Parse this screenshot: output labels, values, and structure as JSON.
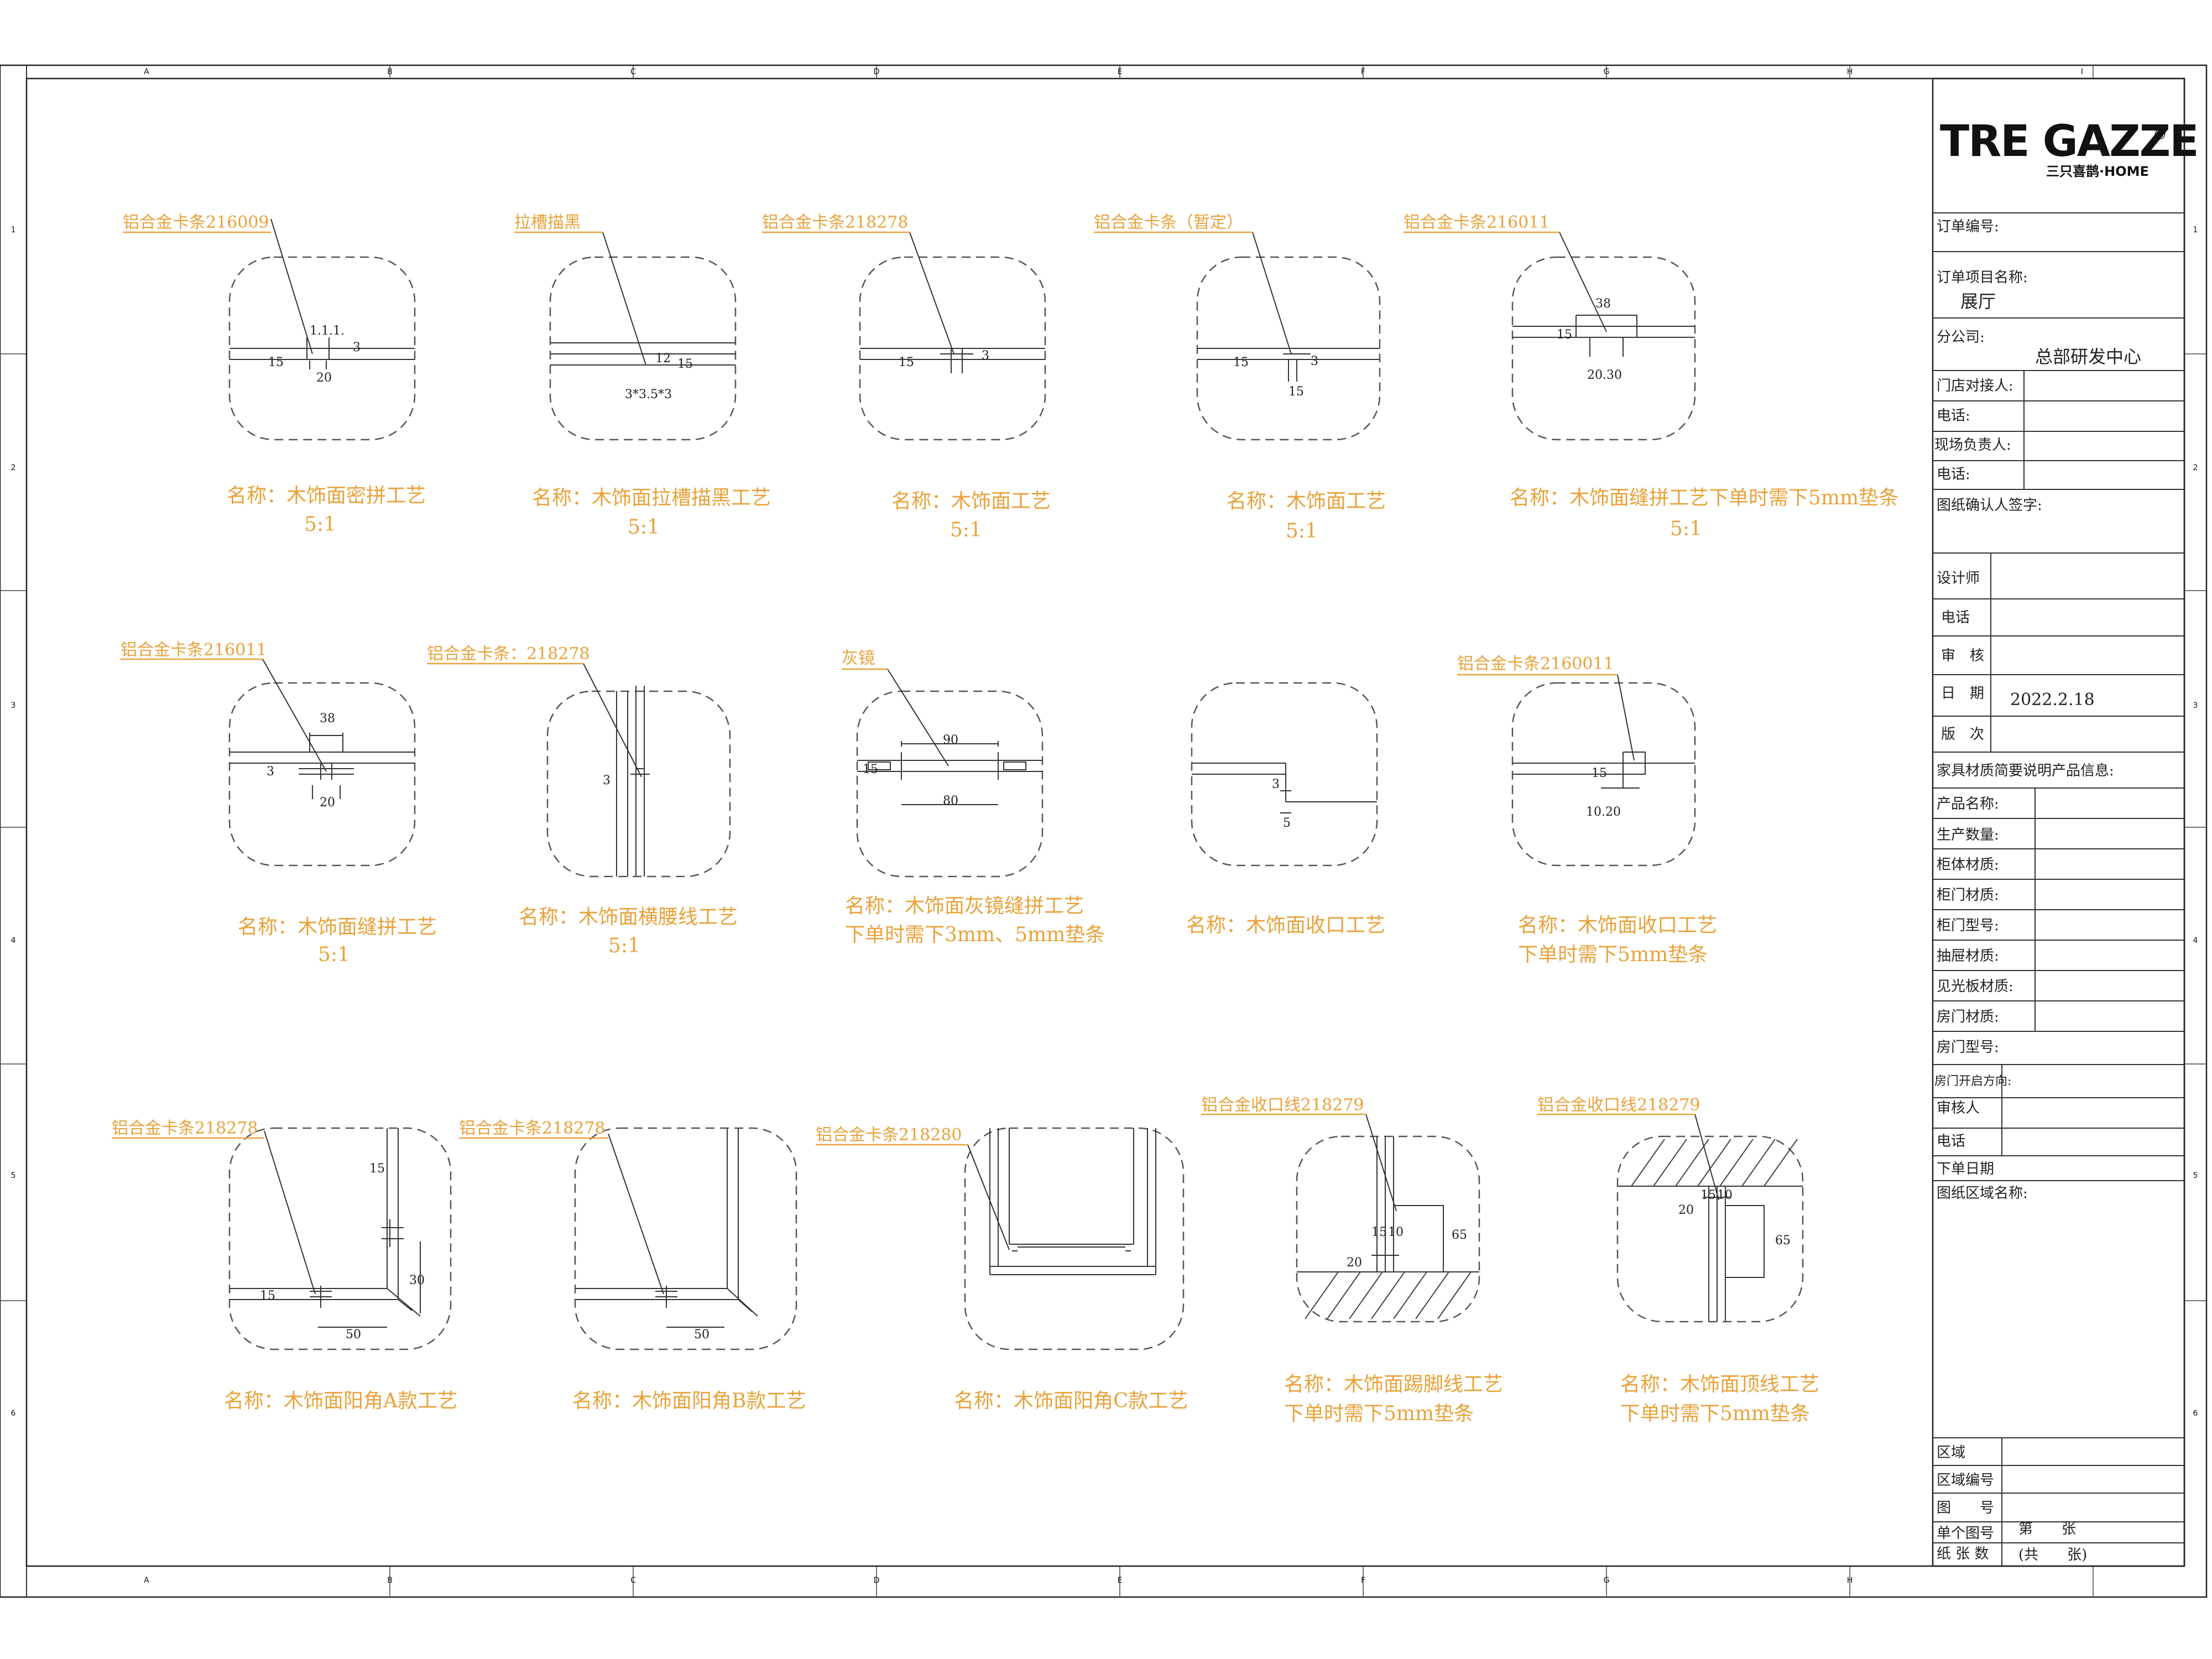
{
  "grid": {
    "columns": [
      "A",
      "B",
      "C",
      "D",
      "E",
      "F",
      "G",
      "H",
      "I"
    ],
    "rows": [
      "1",
      "2",
      "3",
      "4",
      "5",
      "6"
    ]
  },
  "brand": {
    "logo_text": "TRE GAZZE",
    "sub_text": "三只喜鹊·HOME",
    "mark": "®"
  },
  "title_block": {
    "order_no_label": "订单编号:",
    "project_label": "订单项目名称:",
    "project_value": "展厅",
    "branch_label": "分公司:",
    "branch_value": "总部研发中心",
    "store_contact_label": "门店对接人:",
    "phone1_label": "电话:",
    "site_manager_label": "现场负责人:",
    "phone2_label": "电话:",
    "confirm_label": "图纸确认人签字:",
    "designer_label": "设计师",
    "phone3_label": "电话",
    "review_label": "审　核",
    "date_label": "日　期",
    "date_value": "2022.2.18",
    "version_label": "版　次",
    "furniture_info_label": "家具材质简要说明产品信息:",
    "product_rows": [
      "产品名称:",
      "生产数量:",
      "柜体材质:",
      "柜门材质:",
      "柜门型号:",
      "抽屉材质:",
      "见光板材质:",
      "房门材质:",
      "房门型号:",
      "房门开启方向:"
    ],
    "reviewer_label": "审核人",
    "phone4_label": "电话",
    "order_date_label": "下单日期",
    "area_name_label": "图纸区域名称:",
    "zone_label": "区域",
    "zone_no_label": "区域编号",
    "drawing_no_label": "图　　号",
    "single_no_label": "单个图号",
    "single_no_value": "第　　张",
    "total_label": "纸 张 数",
    "total_value": "(共　　张)"
  },
  "details": [
    {
      "callout": "铝合金卡条216009",
      "name": "名称：木饰面密拼工艺",
      "scale": "5:1",
      "dims": [
        "20",
        "15",
        "3",
        "1.1.1."
      ]
    },
    {
      "callout": "拉槽描黑",
      "name": "名称：木饰面拉槽描黑工艺",
      "scale": "5:1",
      "dims": [
        "3*3.5*3",
        "12",
        "15"
      ]
    },
    {
      "callout": "铝合金卡条218278",
      "name": "名称：木饰面工艺",
      "scale": "5:1",
      "dims": [
        "15",
        "3"
      ]
    },
    {
      "callout": "铝合金卡条（暂定）",
      "name": "名称：木饰面工艺",
      "scale": "5:1",
      "dims": [
        "15",
        "3",
        "15"
      ]
    },
    {
      "callout": "铝合金卡条216011",
      "name": "名称：木饰面缝拼工艺下单时需下5mm垫条",
      "scale": "5:1",
      "dims": [
        "38",
        "20.30",
        "15"
      ]
    },
    {
      "callout": "铝合金卡条216011",
      "name": "名称：木饰面缝拼工艺",
      "scale": "5:1",
      "dims": [
        "38",
        "20",
        "3"
      ]
    },
    {
      "callout": "铝合金卡条：218278",
      "name": "名称：木饰面横腰线工艺",
      "scale": "5:1",
      "dims": [
        "3"
      ]
    },
    {
      "callout": "灰镜",
      "name": "名称：木饰面灰镜缝拼工艺",
      "name2": "下单时需下3mm、5mm垫条",
      "dims": [
        "90",
        "80",
        "15"
      ]
    },
    {
      "callout": "",
      "name": "名称：木饰面收口工艺",
      "dims": [
        "3",
        "5"
      ]
    },
    {
      "callout": "铝合金卡条2160011",
      "name": "名称：木饰面收口工艺",
      "name2": "下单时需下5mm垫条",
      "dims": [
        "15",
        "10.20"
      ]
    },
    {
      "callout": "铝合金卡条218278",
      "name": "名称：木饰面阳角A款工艺",
      "dims": [
        "15",
        "50",
        "15",
        "30"
      ]
    },
    {
      "callout": "铝合金卡条218278",
      "name": "名称：木饰面阳角B款工艺",
      "dims": [
        "50"
      ]
    },
    {
      "callout": "铝合金卡条218280",
      "name": "名称：木饰面阳角C款工艺",
      "dims": []
    },
    {
      "callout": "铝合金收口线218279",
      "name": "名称：木饰面踢脚线工艺",
      "name2": "下单时需下5mm垫条",
      "dims": [
        "15",
        "10",
        "65",
        "20"
      ]
    },
    {
      "callout": "铝合金收口线218279",
      "name": "名称：木饰面顶线工艺",
      "name2": "下单时需下5mm垫条",
      "dims": [
        "15",
        "10",
        "20",
        "65"
      ]
    }
  ],
  "colors": {
    "annotation": "#E8A23A",
    "line": "#333333"
  }
}
